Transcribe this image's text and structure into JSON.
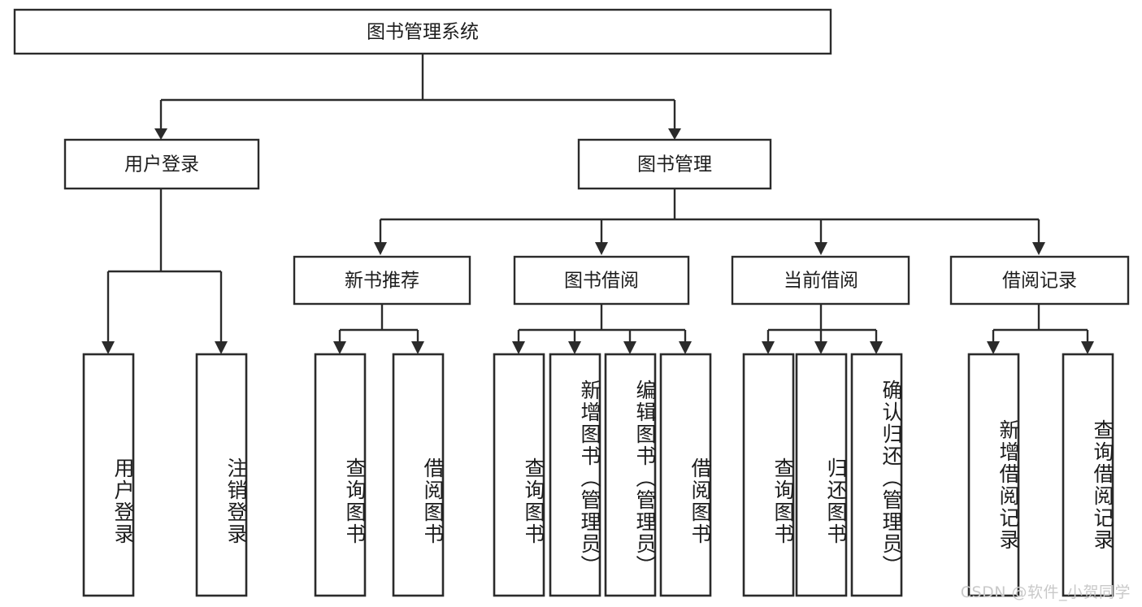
{
  "diagram": {
    "type": "tree",
    "title": "图书管理系统",
    "orientation": "top-down",
    "line_color": "#2b2b2b",
    "box_fill": "#ffffff",
    "text_color": "#1c1c1c",
    "root": {
      "id": "root",
      "label": "图书管理系统"
    },
    "level2": [
      {
        "id": "user-login",
        "label": "用户登录"
      },
      {
        "id": "book-manage",
        "label": "图书管理"
      }
    ],
    "level3": [
      {
        "id": "new-book-recommend",
        "label": "新书推荐",
        "parent": "book-manage"
      },
      {
        "id": "book-borrow",
        "label": "图书借阅",
        "parent": "book-manage"
      },
      {
        "id": "current-borrow",
        "label": "当前借阅",
        "parent": "book-manage"
      },
      {
        "id": "borrow-record",
        "label": "借阅记录",
        "parent": "book-manage"
      }
    ],
    "leaves": [
      {
        "id": "leaf-user-login",
        "label": "用户登录",
        "parent": "user-login"
      },
      {
        "id": "leaf-logout-login",
        "label": "注销登录",
        "parent": "user-login"
      },
      {
        "id": "leaf-query-book-1",
        "label": "查询图书",
        "parent": "new-book-recommend"
      },
      {
        "id": "leaf-borrow-book-1",
        "label": "借阅图书",
        "parent": "new-book-recommend"
      },
      {
        "id": "leaf-query-book-2",
        "label": "查询图书",
        "parent": "book-borrow"
      },
      {
        "id": "leaf-add-book",
        "label": "新增图书（管理员）",
        "parent": "book-borrow"
      },
      {
        "id": "leaf-edit-book",
        "label": "编辑图书（管理员）",
        "parent": "book-borrow"
      },
      {
        "id": "leaf-borrow-book-2",
        "label": "借阅图书",
        "parent": "book-borrow"
      },
      {
        "id": "leaf-query-book-3",
        "label": "查询图书",
        "parent": "current-borrow"
      },
      {
        "id": "leaf-return-book",
        "label": "归还图书",
        "parent": "current-borrow"
      },
      {
        "id": "leaf-confirm-return",
        "label": "确认归还（管理员）",
        "parent": "current-borrow"
      },
      {
        "id": "leaf-add-record",
        "label": "新增借阅记录",
        "parent": "borrow-record"
      },
      {
        "id": "leaf-query-record",
        "label": "查询借阅记录",
        "parent": "borrow-record"
      }
    ]
  },
  "watermark": {
    "text": "CSDN @软件_小贺同学"
  }
}
